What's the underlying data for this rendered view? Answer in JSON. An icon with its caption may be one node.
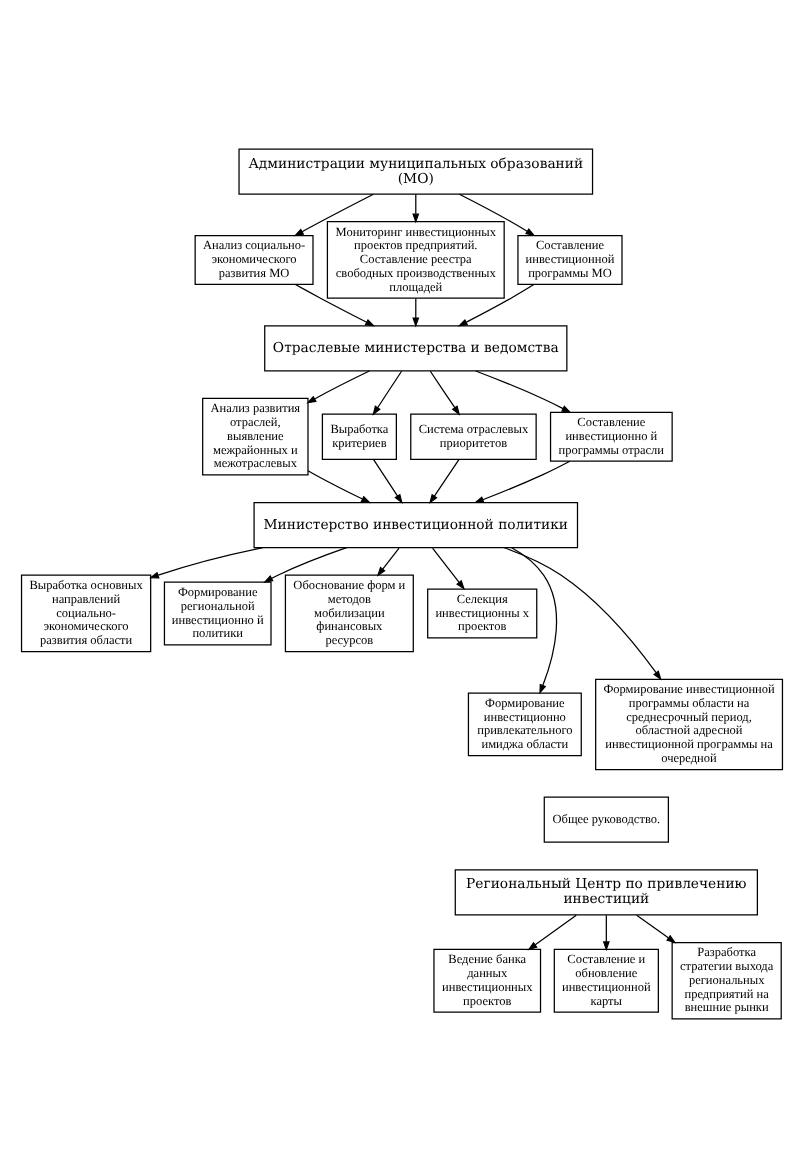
{
  "diagram": {
    "nodes": [
      {
        "text": [
          "Администрации муниципальных образований (МО)"
        ]
      },
      {
        "text": [
          "Анализ социально-экономического развития МО"
        ]
      },
      {
        "text": [
          "Мониторинг инвестиционных проектов предприятий. Составление реестра свободных производственных площадей"
        ]
      },
      {
        "text": [
          "Составление инвестиционной программы МО"
        ]
      },
      {
        "text": [
          "Отраслевые министерства и ведомства"
        ]
      },
      {
        "text": [
          "Анализ развития отраслей, выявление межрайонных и межотраслевых"
        ]
      },
      {
        "text": [
          "Выработка критериев"
        ]
      },
      {
        "text": [
          "Система отраслевых приоритетов"
        ]
      },
      {
        "text": [
          "Составление инвестиционно й программы отрасли"
        ]
      },
      {
        "text": [
          "Министерство инвестиционной политики"
        ]
      },
      {
        "text": [
          "Выработка основных направлений социально-экономического развития области"
        ]
      },
      {
        "text": [
          "Формирование региональной инвестиционно й политики"
        ]
      },
      {
        "text": [
          "Обоснование форм и методов мобилизации финансовых ресурсов"
        ]
      },
      {
        "text": [
          "Селекция инвестиционны х проектов"
        ]
      },
      {
        "text": [
          "Формирование инвестиционно привлекательного имиджа области"
        ]
      },
      {
        "text": [
          "Формирование инвестиционной программы области на среднесрочный период, областной адресной инвестиционной программы на очередной"
        ]
      },
      {
        "text": [
          "Общее руководство."
        ]
      },
      {
        "text": [
          "Региональный Центр по привлечению инвестиций"
        ]
      },
      {
        "text": [
          "Ведение банка данных инвестиционных проектов"
        ]
      },
      {
        "text": [
          "Составление и обновление инвестиционной карты"
        ]
      },
      {
        "text": [
          "Разработка стратегии выхода региональных предприятий на внешние рынки"
        ]
      }
    ],
    "edges": [
      {
        "from": 0,
        "to": 1,
        "arrow": "to"
      },
      {
        "from": 0,
        "to": 2,
        "arrow": "to"
      },
      {
        "from": 0,
        "to": 3,
        "arrow": "to"
      },
      {
        "from": 1,
        "to": 4,
        "arrow": "to"
      },
      {
        "from": 2,
        "to": 4,
        "arrow": "to"
      },
      {
        "from": 3,
        "to": 4,
        "arrow": "to"
      },
      {
        "from": 4,
        "to": 5,
        "arrow": "to"
      },
      {
        "from": 4,
        "to": 6,
        "arrow": "to"
      },
      {
        "from": 4,
        "to": 7,
        "arrow": "to"
      },
      {
        "from": 4,
        "to": 8,
        "arrow": "to"
      },
      {
        "from": 5,
        "to": 9,
        "arrow": "to"
      },
      {
        "from": 6,
        "to": 9,
        "arrow": "to"
      },
      {
        "from": 7,
        "to": 9,
        "arrow": "to"
      },
      {
        "from": 8,
        "to": 9,
        "arrow": "to"
      },
      {
        "from": 9,
        "to": 10,
        "arrow": "to"
      },
      {
        "from": 9,
        "to": 11,
        "arrow": "to"
      },
      {
        "from": 9,
        "to": 12,
        "arrow": "to"
      },
      {
        "from": 9,
        "to": 13,
        "arrow": "to"
      },
      {
        "from": 9,
        "to": 14,
        "arrow": "to"
      },
      {
        "from": 9,
        "to": 15,
        "arrow": "to"
      },
      {
        "from": 17,
        "to": 18,
        "arrow": "to"
      },
      {
        "from": 17,
        "to": 19,
        "arrow": "to"
      },
      {
        "from": 17,
        "to": 20,
        "arrow": "to"
      }
    ]
  }
}
